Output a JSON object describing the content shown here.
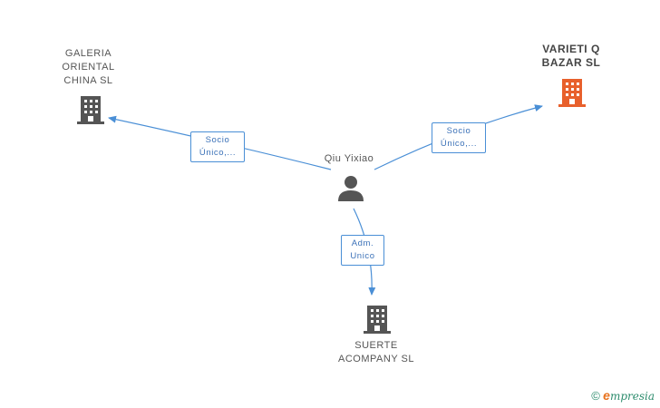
{
  "nodes": {
    "center_person": {
      "name": "Qiu Yixiao"
    },
    "galeria": {
      "name_lines": [
        "GALERIA",
        "ORIENTAL",
        "CHINA SL"
      ],
      "icon": "building-icon",
      "color": "#555555"
    },
    "varieti": {
      "name_lines": [
        "VARIETI Q",
        "BAZAR SL"
      ],
      "icon": "building-icon",
      "color": "#e8602c"
    },
    "suerte": {
      "name_lines": [
        "SUERTE",
        "ACOMPANY SL"
      ],
      "icon": "building-icon",
      "color": "#555555"
    }
  },
  "edges": {
    "to_galeria": {
      "lines": [
        "Socio",
        "Único,..."
      ]
    },
    "to_varieti": {
      "lines": [
        "Socio",
        "Único,..."
      ]
    },
    "to_suerte": {
      "lines": [
        "Adm.",
        "Unico"
      ]
    }
  },
  "colors": {
    "edge": "#4a8fd6"
  },
  "footer": {
    "copyright": "©",
    "brand_initial": "e",
    "brand_rest": "mpresia"
  }
}
